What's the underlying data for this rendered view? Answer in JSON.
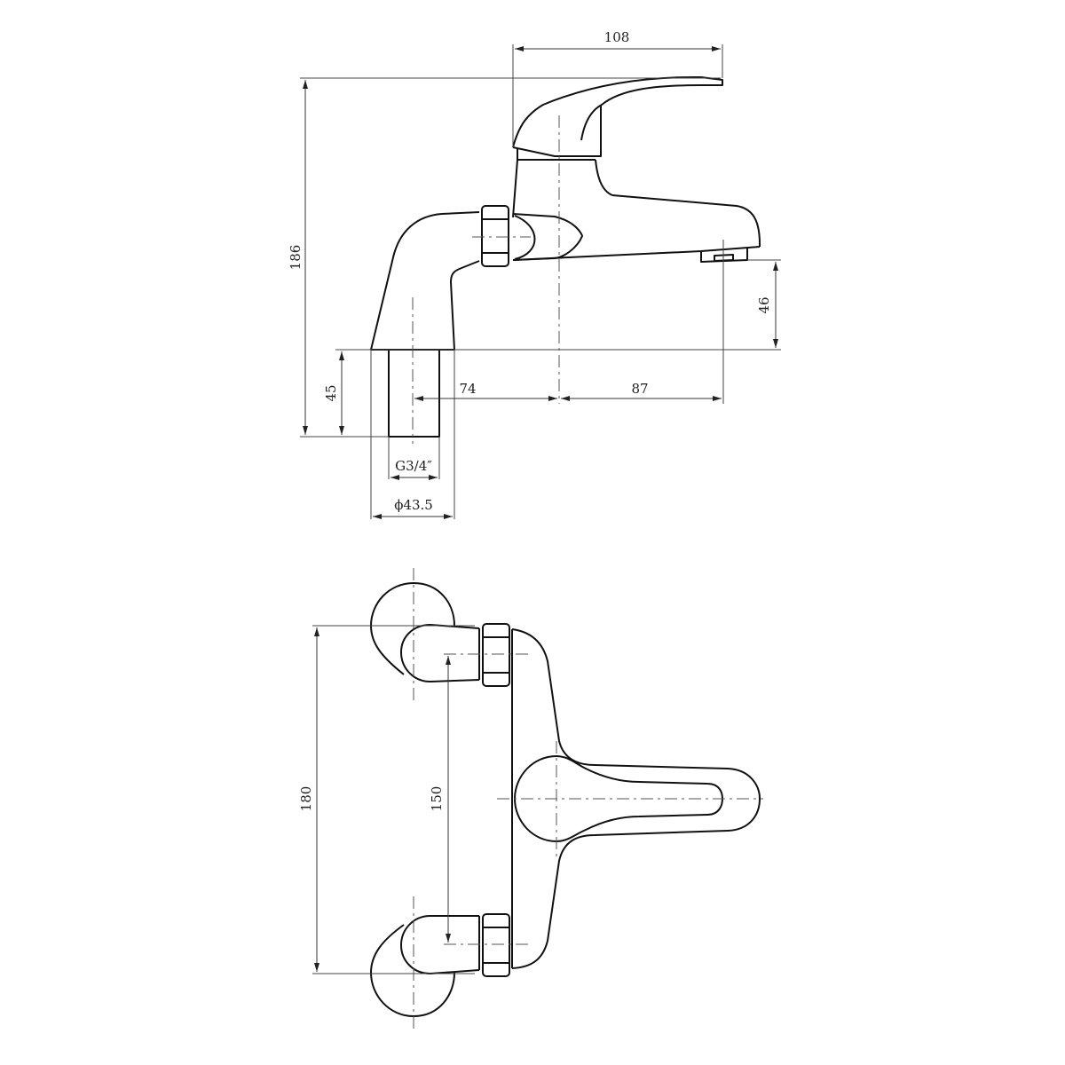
{
  "drawing": {
    "title": "Bath tap technical drawing",
    "views": [
      "side-elevation",
      "top-plan"
    ],
    "side_view": {
      "dimensions": {
        "overall_height": "186",
        "lever_reach": "108",
        "spout_height": "46",
        "tail_length": "45",
        "centre_to_body": "74",
        "body_to_spout": "87",
        "thread": "G3/4″",
        "base_diameter": "ϕ43.5"
      }
    },
    "top_view": {
      "dimensions": {
        "overall_width": "180",
        "centres": "150"
      }
    }
  }
}
